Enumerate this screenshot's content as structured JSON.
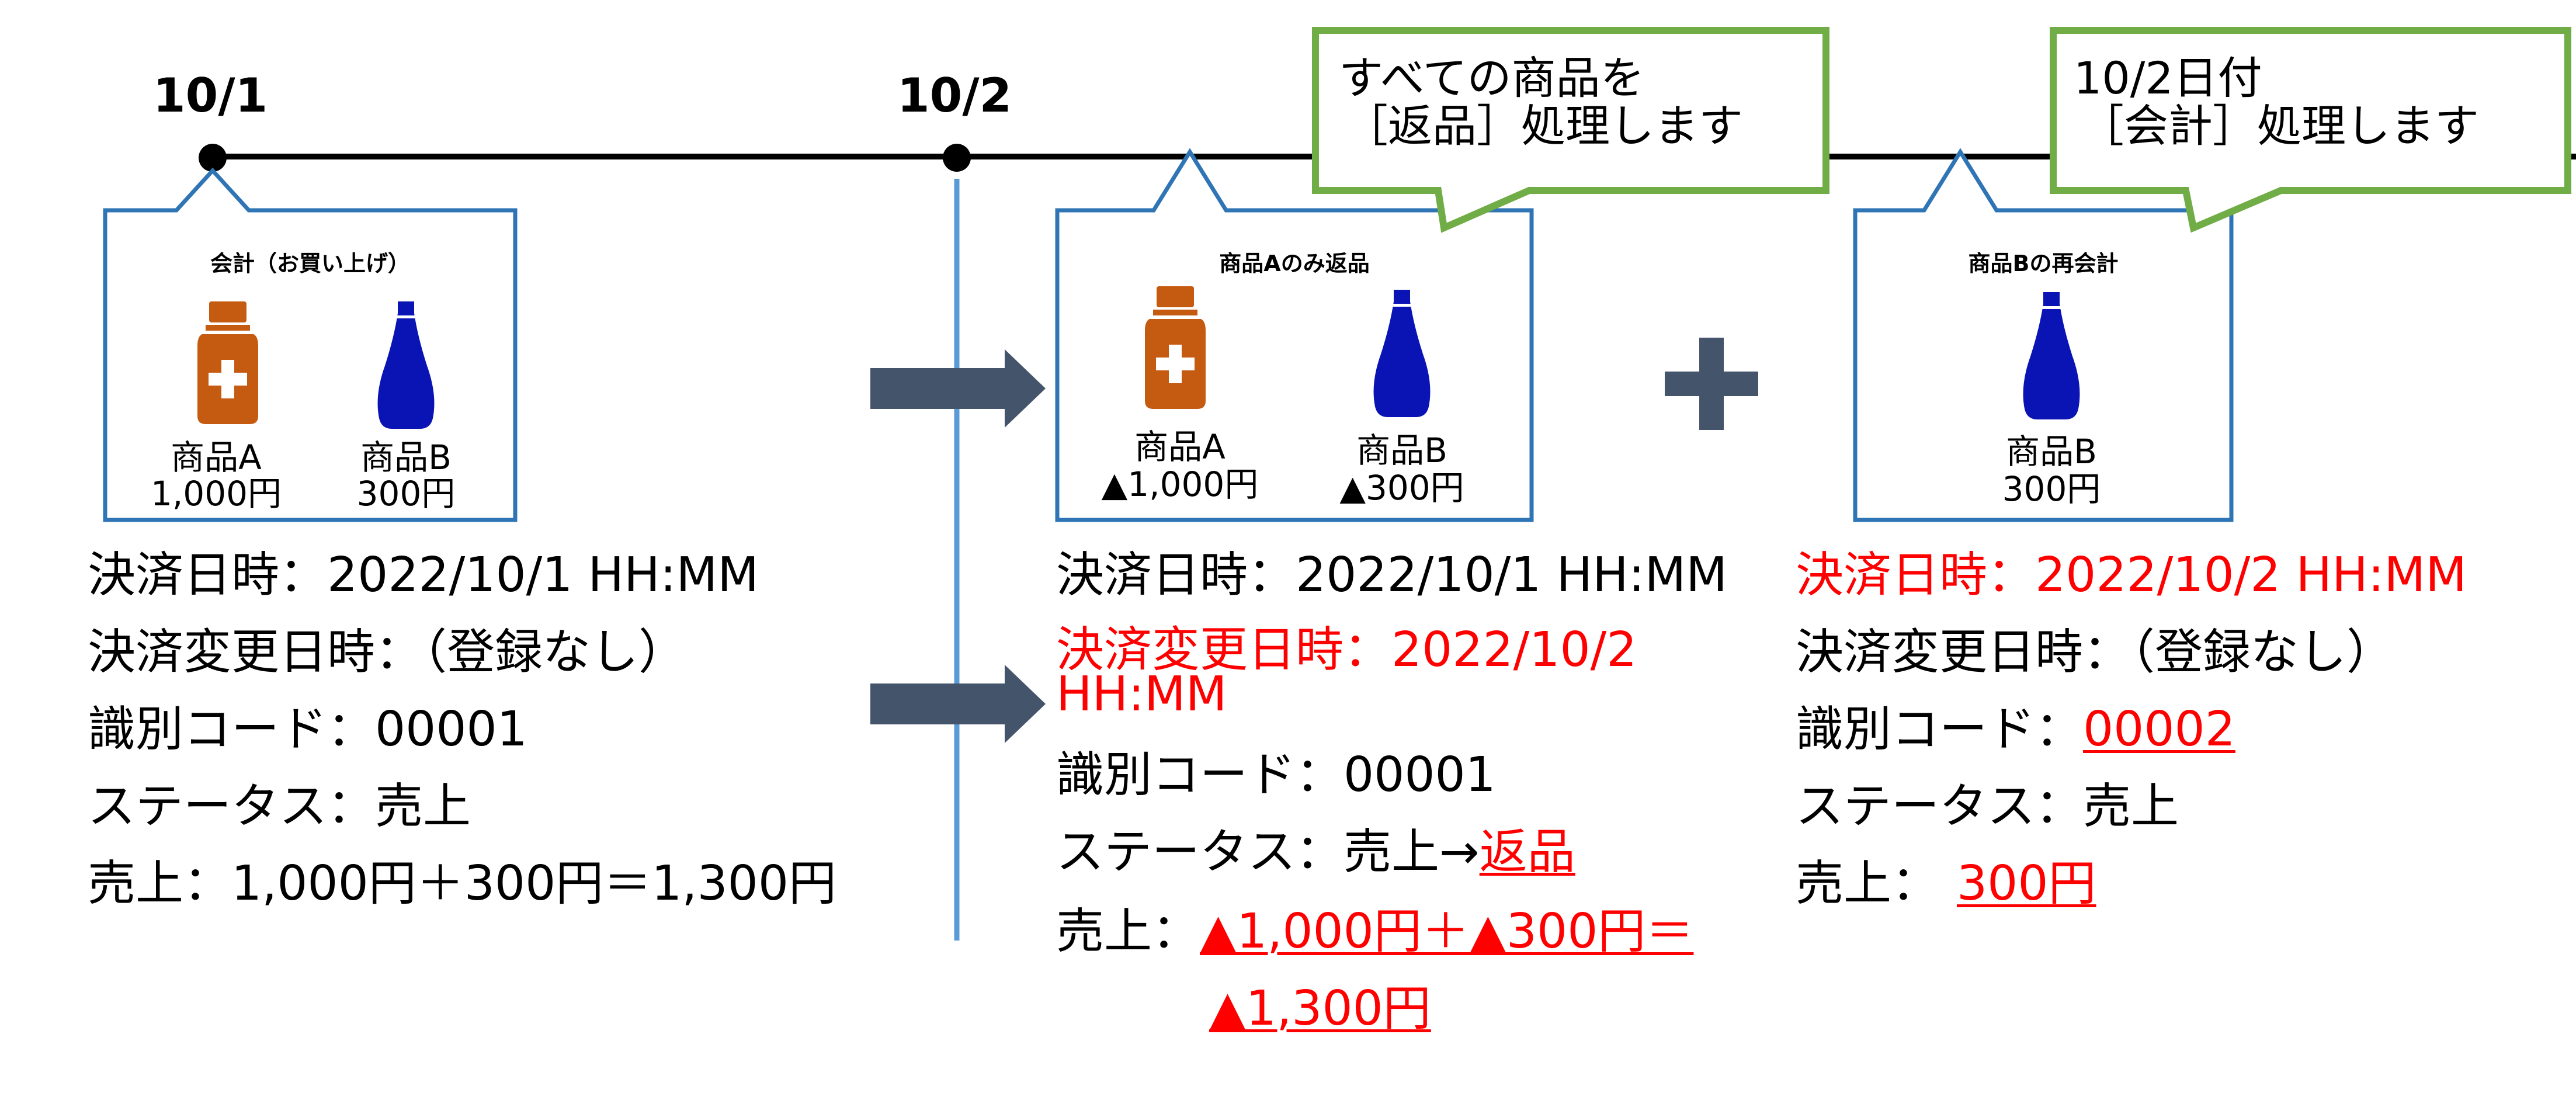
{
  "timeline": {
    "date1": "10/1",
    "date2": "10/2"
  },
  "box1": {
    "title": "会計（お買い上げ）",
    "item_a_name": "商品A",
    "item_a_price": "1,000円",
    "item_b_name": "商品B",
    "item_b_price": "300円"
  },
  "box2": {
    "title": "商品Aのみ返品",
    "item_a_name": "商品A",
    "item_a_price": "▲1,000円",
    "item_b_name": "商品B",
    "item_b_price": "▲300円"
  },
  "box3": {
    "title": "商品Bの再会計",
    "item_b_name": "商品B",
    "item_b_price": "300円"
  },
  "callout_left": {
    "line1": "すべての商品を",
    "line2": "［返品］処理します"
  },
  "callout_right": {
    "line1": "10/2日付",
    "line2": "［会計］処理します"
  },
  "info1": {
    "settle_date": "決済日時：2022/10/1 HH:MM",
    "change_date": "決済変更日時：（登録なし）",
    "code": "識別コード：00001",
    "status": "ステータス：売上",
    "sales": "売上：1,000円＋300円＝1,300円"
  },
  "info2": {
    "settle_date": "決済日時：2022/10/1 HH:MM",
    "change_date_line1": "決済変更日時：2022/10/2",
    "change_date_line2": "HH:MM",
    "code": "識別コード：00001",
    "status_prefix": "ステータス：売上→",
    "status_value": "返品",
    "sales_prefix": "売上：",
    "sales_value_line1": "▲1,000円＋▲300円＝",
    "sales_value_line2": "▲1,300円"
  },
  "info3": {
    "settle_date": "決済日時：2022/10/2 HH:MM",
    "change_date": "決済変更日時：（登録なし）",
    "code_prefix": "識別コード：",
    "code_value": "00002",
    "status": "ステータス：売上",
    "sales_prefix": "売上：",
    "sales_value": "300円"
  },
  "colors": {
    "box_border": "#2f75b5",
    "callout_border": "#70ad47",
    "arrow": "#44546a",
    "highlight": "#ff0000",
    "orange_bottle": "#c55a11",
    "blue_bottle": "#0a14b4",
    "divider": "#5b9bd5"
  },
  "icons": [
    "medicine-bottle-icon",
    "soda-bottle-icon",
    "arrow-right-icon",
    "plus-icon"
  ]
}
